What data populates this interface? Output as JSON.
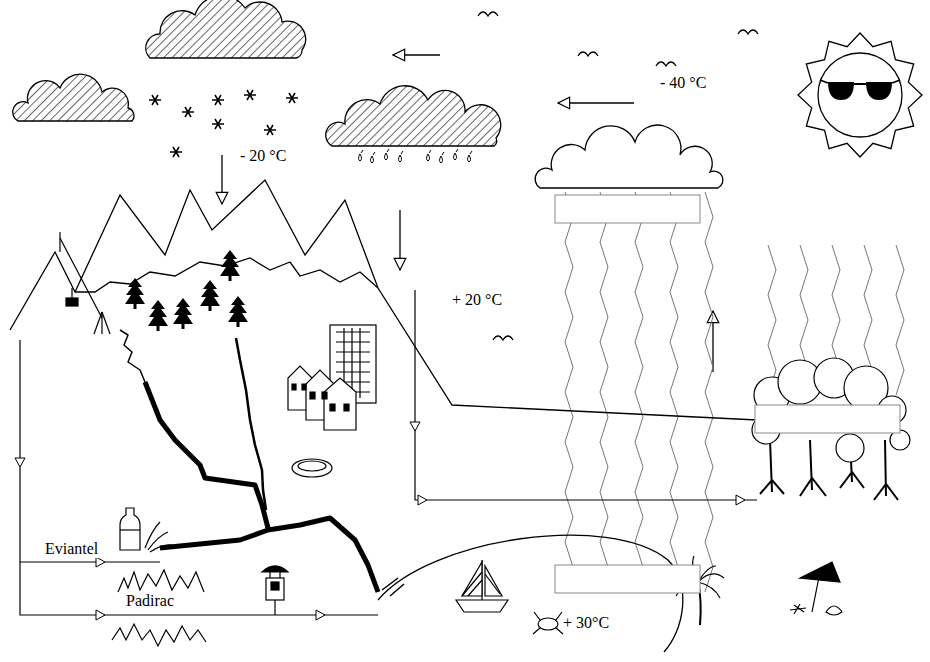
{
  "diagram": {
    "labels": [
      "- 40 °C",
      "- 20 °C",
      "+ 20 °C",
      "Eviantel",
      "Padirac",
      "+ 30°C"
    ]
  }
}
